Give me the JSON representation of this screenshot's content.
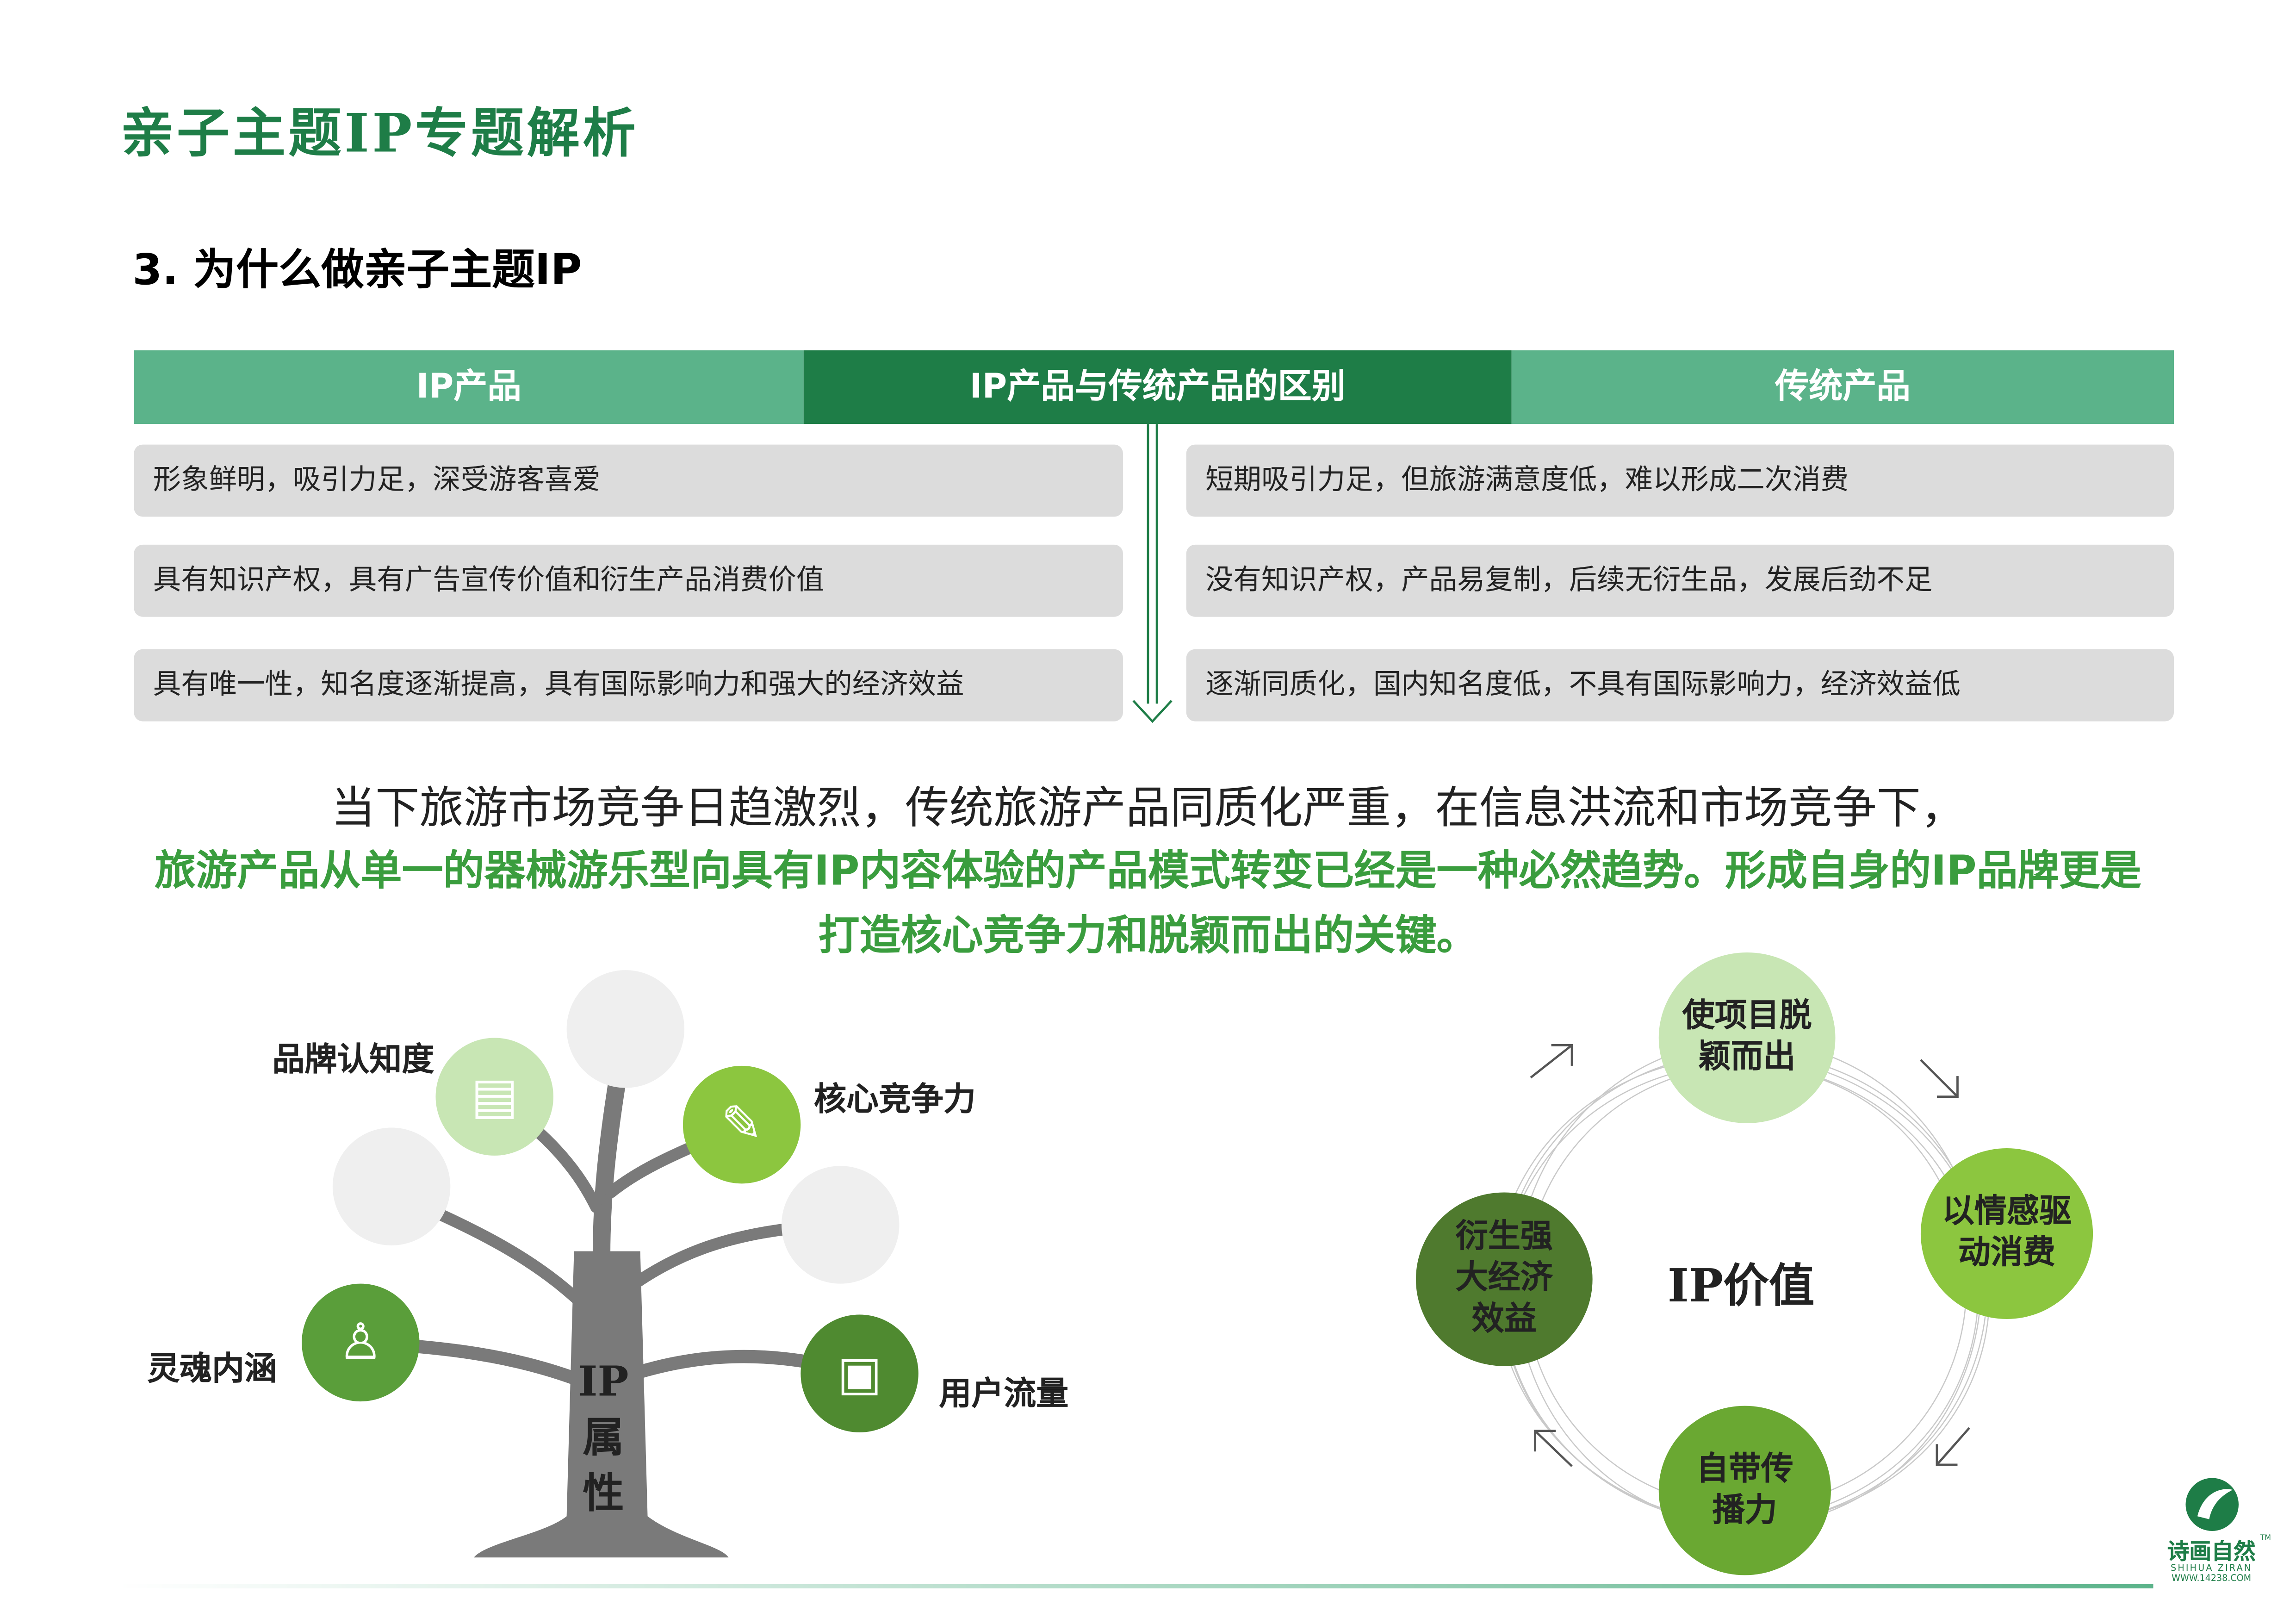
{
  "header": {
    "title": "亲子主题IP专题解析",
    "subtitle": "3. 为什么做亲子主题IP"
  },
  "table": {
    "headers": [
      "IP产品",
      "IP产品与传统产品的区别",
      "传统产品"
    ],
    "ip_rows": [
      "形象鲜明，吸引力足，深受游客喜爱",
      "具有知识产权，具有广告宣传价值和衍生产品消费价值",
      "具有唯一性，知名度逐渐提高，具有国际影响力和强大的经济效益"
    ],
    "traditional_rows": [
      "短期吸引力足，但旅游满意度低，难以形成二次消费",
      "没有知识产权，产品易复制，后续无衍生品，发展后劲不足",
      "逐渐同质化，国内知名度低，不具有国际影响力，经济效益低"
    ]
  },
  "paragraph": {
    "line1": "当下旅游市场竞争日趋激烈，传统旅游产品同质化严重，在信息洪流和市场竞争下，",
    "line2": "旅游产品从单一的器械游乐型向具有IP内容体验的产品模式转变已经是一种必然趋势。形成自身的IP品牌更是",
    "line3": "打造核心竞争力和脱颖而出的关键。"
  },
  "tree": {
    "trunk_label": [
      "IP",
      "属",
      "性"
    ],
    "branches": {
      "brand": "品牌认知度",
      "core": "核心竞争力",
      "soul": "灵魂内涵",
      "users": "用户流量"
    }
  },
  "cycle": {
    "center": "IP价值",
    "items": [
      [
        "使项目脱",
        "颖而出"
      ],
      [
        "以情感驱",
        "动消费"
      ],
      [
        "自带传",
        "播力"
      ],
      [
        "衍生强",
        "大经济",
        "效益"
      ]
    ]
  },
  "logo": {
    "name": "诗画自然",
    "pinyin": "SHIHUA ZIRAN",
    "url": "WWW.14238.COM",
    "tm": "TM"
  },
  "colors": {
    "light": "#5bb38a",
    "dark": "#1e7d47",
    "accent": "#3a9d3e"
  }
}
